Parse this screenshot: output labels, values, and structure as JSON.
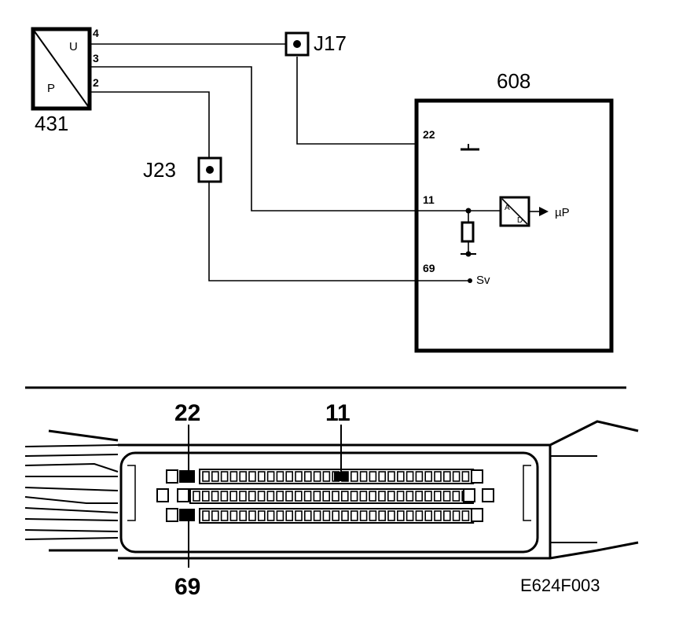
{
  "sensor": {
    "id": "431",
    "letter_top": "U",
    "letter_bottom": "P"
  },
  "sensor_pins": [
    "4",
    "3",
    "2"
  ],
  "junction_top": "J17",
  "junction_left": "J23",
  "ecu": {
    "id": "608",
    "pin_ground": "22",
    "pin_signal": "11",
    "pin_supply": "69",
    "adc_top": "A",
    "adc_bottom": "D",
    "output_label": "µP",
    "supply_label": "Sv"
  },
  "connector": {
    "label_22": "22",
    "label_11": "11",
    "label_69": "69"
  },
  "figure_code": "E624F003"
}
